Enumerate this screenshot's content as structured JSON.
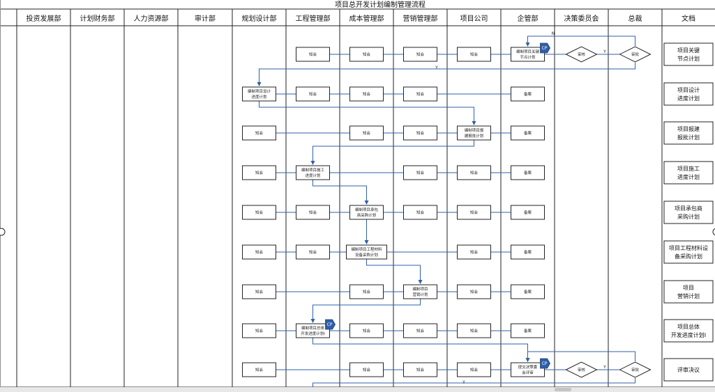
{
  "title": "项目总开发计划编制管理流程",
  "lanes": [
    "投资发展部",
    "计划财务部",
    "人力资源部",
    "审计部",
    "规划设计部",
    "工程管理部",
    "成本管理部",
    "营销管理部",
    "项目公司",
    "企管部",
    "决策委员会",
    "总裁",
    "文档"
  ],
  "docs": [
    [
      "项目关键",
      "节点计划"
    ],
    [
      "项目设计",
      "进度计划"
    ],
    [
      "项目报建",
      "报批计划"
    ],
    [
      "项目施工",
      "进度计划"
    ],
    [
      "项目承包商",
      "采购计划"
    ],
    [
      "项目工程材料设",
      "备采购计划"
    ],
    [
      "项目",
      "营销计划"
    ],
    [
      "项目总体",
      "开发进度计划Ⅰ"
    ],
    [
      "评审决议"
    ]
  ],
  "rows": [
    {
      "cells": [
        null,
        [
          "知会"
        ],
        [
          "知会"
        ],
        [
          "知会"
        ],
        [
          "知会"
        ],
        [
          "编制项目关键",
          "节点计划"
        ]
      ]
    },
    {
      "cells": [
        [
          "编制项目设计",
          "进度计划"
        ],
        [
          "知会"
        ],
        [
          "知会"
        ],
        [
          "知会"
        ],
        null,
        [
          "备案"
        ]
      ]
    },
    {
      "cells": [
        [
          "知会"
        ],
        null,
        [
          "知会"
        ],
        [
          "知会"
        ],
        [
          "编制项目报",
          "建报批计划"
        ],
        [
          "备案"
        ]
      ]
    },
    {
      "cells": [
        [
          "知会"
        ],
        [
          "编制项目施工",
          "进度计划"
        ],
        null,
        [
          "知会"
        ],
        [
          "知会"
        ],
        [
          "备案"
        ]
      ]
    },
    {
      "cells": [
        [
          "知会"
        ],
        [
          "知会"
        ],
        [
          "编制项目承包",
          "商采购计划"
        ],
        [
          "知会"
        ],
        [
          "知会"
        ],
        [
          "备案"
        ]
      ]
    },
    {
      "cells": [
        [
          "知会"
        ],
        [
          "知会"
        ],
        [
          "编制项目工程材料",
          "设备采购计划"
        ],
        null,
        [
          "知会"
        ],
        [
          "备案"
        ]
      ]
    },
    {
      "cells": [
        [
          "知会"
        ],
        null,
        [
          "知会"
        ],
        [
          "编制项目",
          "营销计划"
        ],
        [
          "知会"
        ],
        [
          "备案"
        ]
      ]
    },
    {
      "cells": [
        [
          "知会"
        ],
        [
          "编制项目总体",
          "开发进度计划Ⅰ"
        ],
        [
          "知会"
        ],
        [
          "知会"
        ],
        [
          "知会"
        ],
        [
          "备案"
        ]
      ]
    },
    {
      "cells": [
        [
          "知会"
        ],
        null,
        [
          "知会"
        ],
        [
          "知会"
        ],
        [
          "知会"
        ],
        [
          "提交决策委",
          "会评审"
        ]
      ]
    }
  ],
  "decisions": {
    "committee": "审核",
    "president": "审批"
  },
  "yes_label": "Y",
  "no_label": "N",
  "cp_label": "CP",
  "colors": {
    "flow": "#2f5fa8",
    "line": "#222222"
  }
}
